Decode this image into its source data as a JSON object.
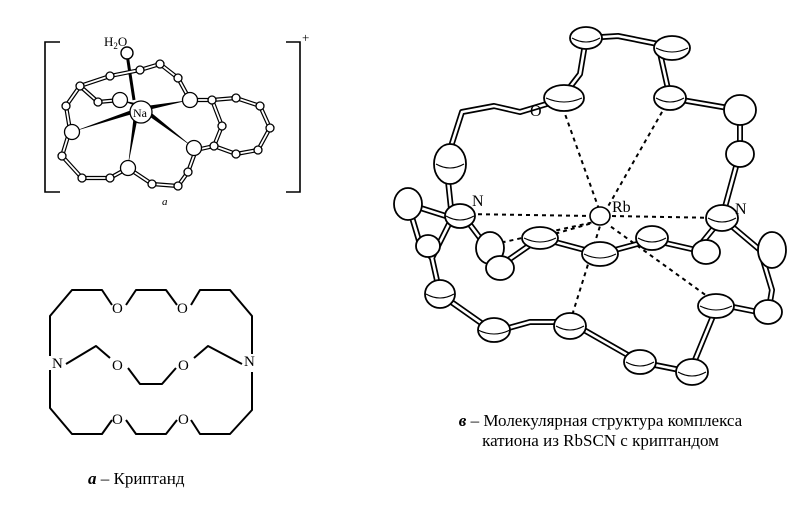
{
  "panel_top_left": {
    "water_label": "H2O",
    "metal_label": "Na",
    "charge_label": "+",
    "sublabel": "a"
  },
  "panel_cryptand": {
    "n_left": "N",
    "n_right": "N",
    "o_label": "O"
  },
  "panel_complex": {
    "o_label": "O",
    "metal_label": "Rb",
    "n_left": "N",
    "n_right": "N"
  },
  "captions": {
    "a_letter": "а",
    "a_text": " – Криптанд",
    "b_letter": "в",
    "b_line1": " – Молекулярная структура комплекса",
    "b_line2": "катиона из RbSCN с криптандом"
  },
  "colors": {
    "ink": "#000000",
    "atom_fill": "#ffffff",
    "shade": "#9a9a9a"
  }
}
